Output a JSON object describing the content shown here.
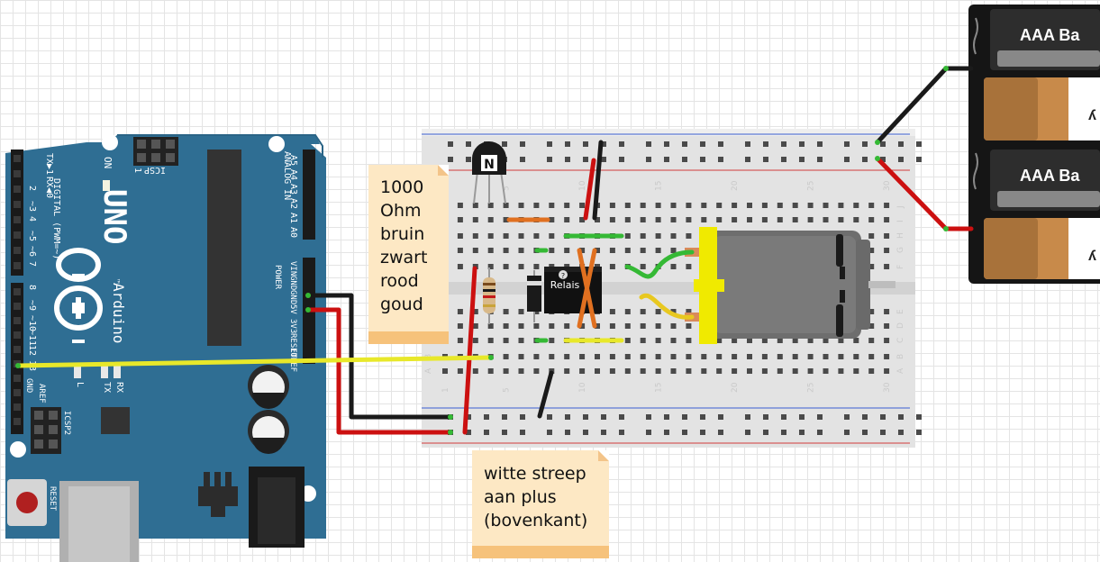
{
  "arduino": {
    "model": "UNO",
    "brand": "Arduino",
    "trademark": "™",
    "labels": {
      "rx": "RX◀0",
      "tx": "TX▶1",
      "digital": "DIGITAL (PWM=~)",
      "analog": "ANALOG IN",
      "power": "POWER",
      "icsp": "ICSP",
      "icsp2": "ICSP2",
      "on": "ON",
      "l": "L",
      "txled": "TX",
      "rxled": "RX",
      "reset": "RESET",
      "aref": "AREF",
      "gnd": "GND",
      "one": "1"
    },
    "digital_pins": [
      "2",
      "~3",
      "4",
      "~5",
      "~6",
      "7",
      "8",
      "~9",
      "~10",
      "~11",
      "12",
      "13"
    ],
    "analog_pins": [
      "A5",
      "A4",
      "A3",
      "A2",
      "A1",
      "A0"
    ],
    "power_pins": [
      "VIN",
      "GND",
      "GND",
      "5V",
      "3V3",
      "RESET",
      "IOREF"
    ]
  },
  "breadboard": {
    "column_numbers": [
      "1",
      "5",
      "10",
      "15",
      "20",
      "25",
      "30"
    ],
    "row_letters": [
      "J",
      "I",
      "H",
      "G",
      "F",
      "E",
      "D",
      "C",
      "B",
      "A"
    ]
  },
  "components": {
    "relay_label": "Relais",
    "relay_badge": "?",
    "transistor_label": "N"
  },
  "batteries": [
    {
      "label": "AAA Ba",
      "mark": "ʎ"
    },
    {
      "label": "AAA Ba",
      "mark": "ʎ"
    }
  ],
  "notes": {
    "resistor": [
      "1000",
      "Ohm",
      "bruin",
      "zwart",
      "rood",
      "goud"
    ],
    "diode": [
      "witte streep",
      "aan plus",
      "(bovenkant)"
    ]
  },
  "colors": {
    "arduino_blue": "#2f6e93",
    "wire_red": "#cc1010",
    "wire_black": "#1a1a1a",
    "wire_yellow": "#e8e82a",
    "wire_green": "#35b935",
    "wire_orange": "#e07020",
    "motor_yellow": "#f0ea00",
    "note_bg": "#fde8c4"
  }
}
